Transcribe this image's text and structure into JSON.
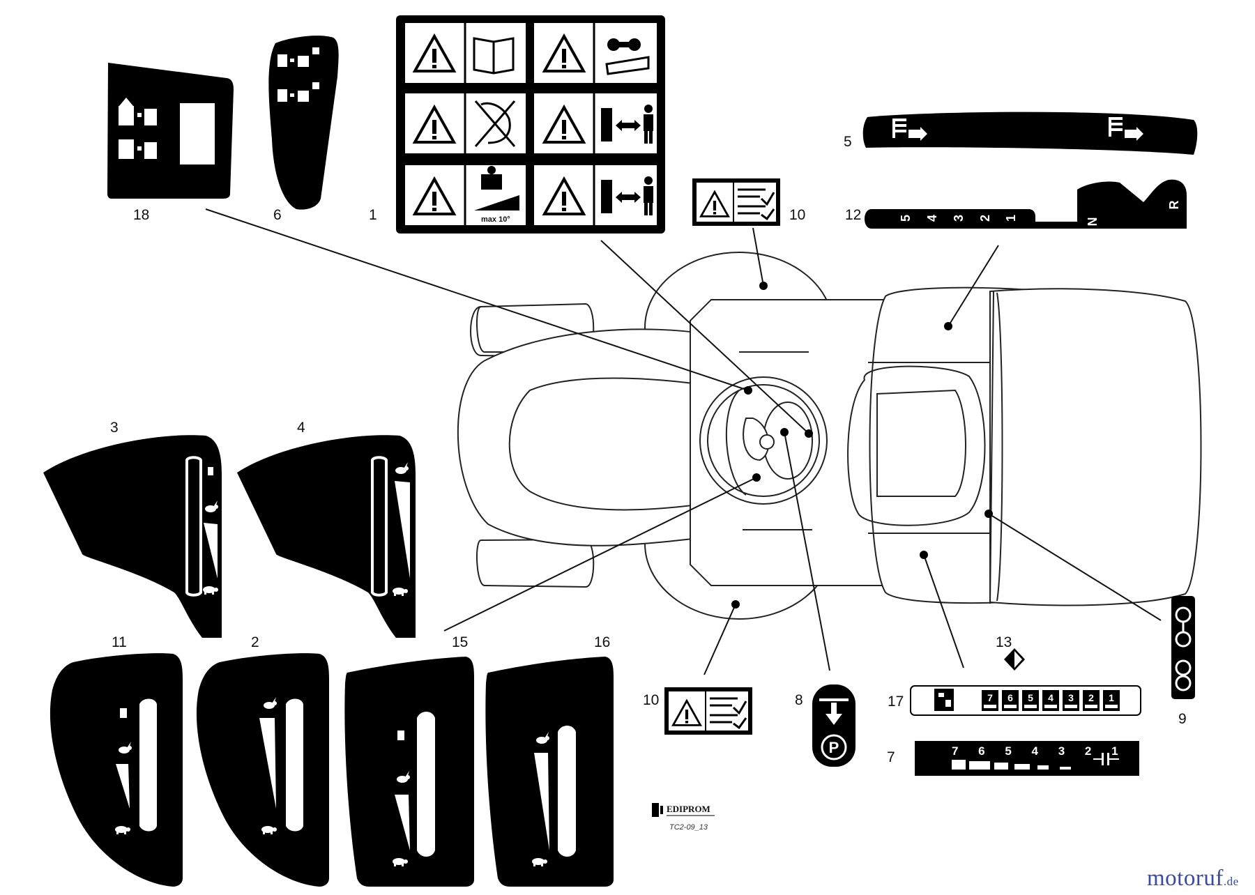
{
  "callouts": {
    "c1": "1",
    "c2": "2",
    "c3": "3",
    "c4": "4",
    "c5": "5",
    "c6": "6",
    "c7": "7",
    "c8": "8",
    "c9": "9",
    "c10a": "10",
    "c10b": "10",
    "c11": "11",
    "c12": "12",
    "c13": "13",
    "c15": "15",
    "c16": "16",
    "c17": "17",
    "c18": "18"
  },
  "gear_decal_12": {
    "gears": [
      "5",
      "4",
      "3",
      "2",
      "1"
    ],
    "neutral": "N",
    "reverse": "R"
  },
  "speed_decal_17": {
    "gears": [
      "7",
      "6",
      "5",
      "4",
      "3",
      "2",
      "1"
    ]
  },
  "speed_strip_7": {
    "digits": "7 6 5 4 3 2 1"
  },
  "safety_decal_1": {
    "slope_text": "max 10°"
  },
  "footer": {
    "logo": "EDIPROM",
    "code": "TC2-09_13"
  },
  "watermark": {
    "brand": "motoruf",
    "tld": ".de"
  },
  "colors": {
    "ink": "#000000",
    "paper": "#ffffff",
    "watermark": "#3a4aa0",
    "watermark_dot": "#e07a1e"
  }
}
